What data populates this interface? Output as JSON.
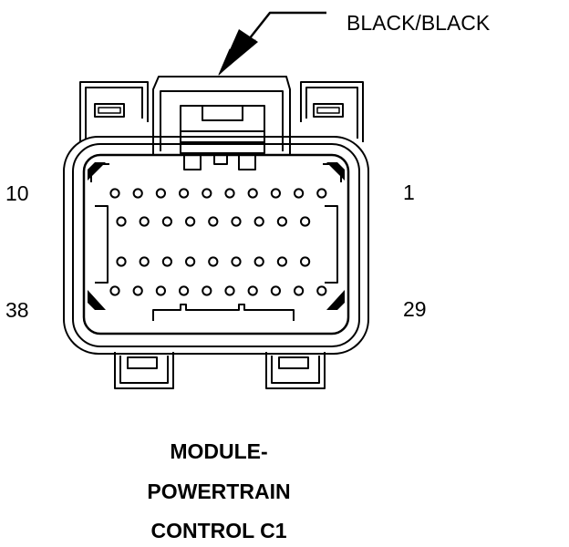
{
  "callout": {
    "text": "BLACK/BLACK"
  },
  "pin_labels": {
    "top_right": "1",
    "top_left": "10",
    "bottom_right": "29",
    "bottom_left": "38"
  },
  "caption": {
    "lines": [
      "MODULE-",
      "POWERTRAIN",
      "CONTROL C1"
    ]
  },
  "connector": {
    "cavity_rows": [
      10,
      9,
      9,
      10
    ],
    "cavity_count": 38,
    "colors": {
      "stroke": "#000000",
      "fill": "#ffffff"
    }
  }
}
